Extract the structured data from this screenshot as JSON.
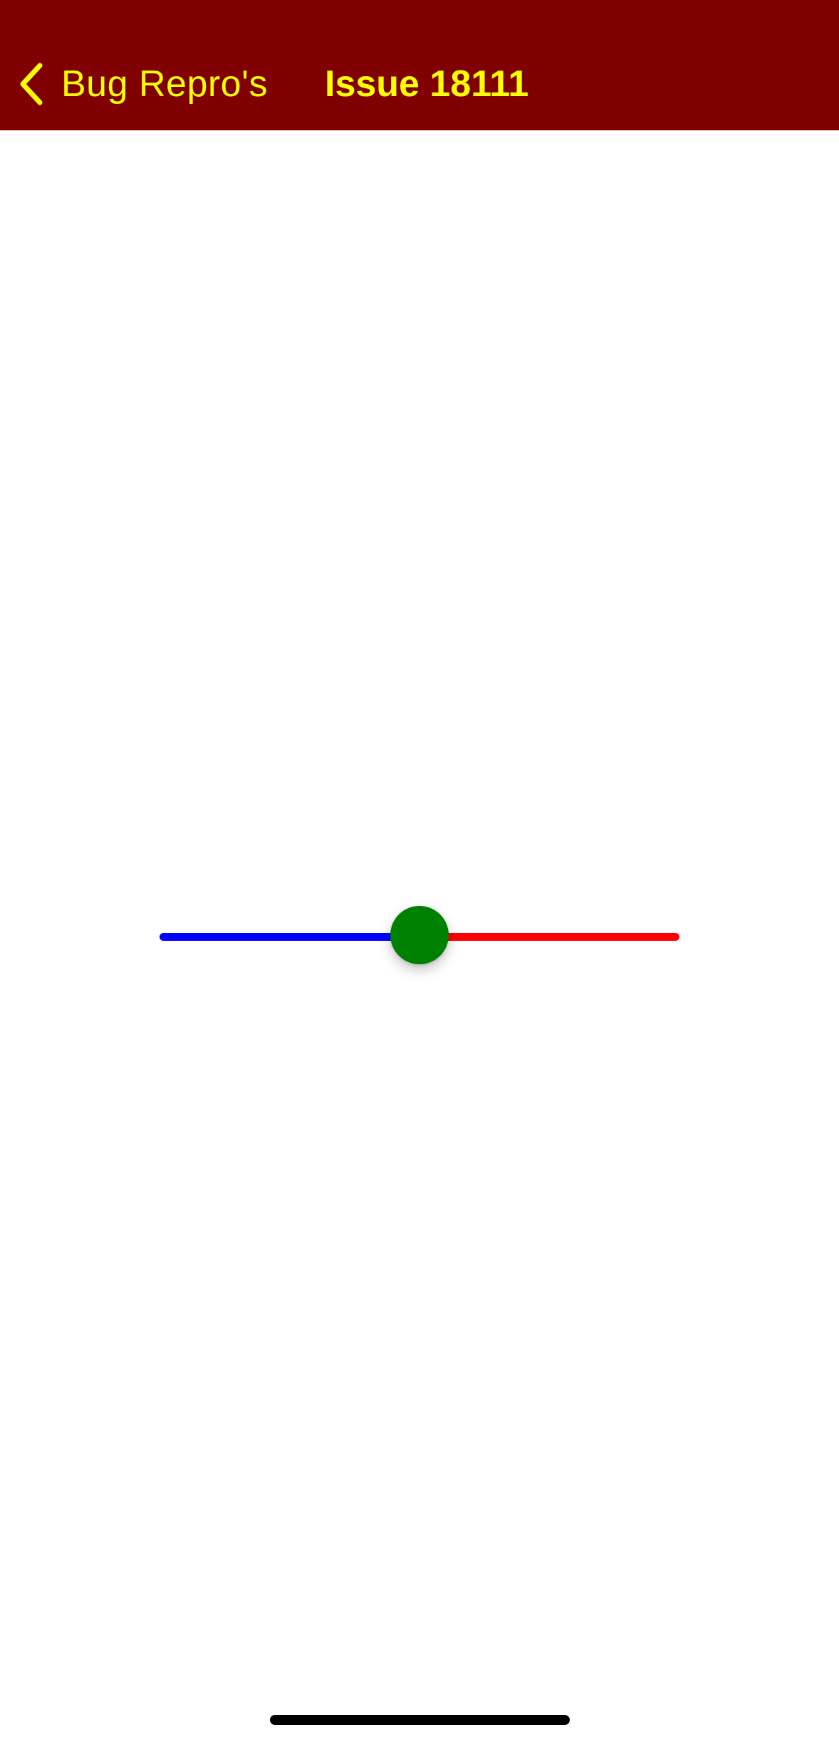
{
  "nav": {
    "back_label": "Bug Repro's",
    "title": "Issue 18111",
    "bar_color": "#800000",
    "tint_color": "#ffff00",
    "back_icon": "chevron-left-icon"
  },
  "slider": {
    "value": 0.5,
    "min_track_color": "#0000ff",
    "max_track_color": "#ff0000",
    "thumb_color": "#008000"
  }
}
